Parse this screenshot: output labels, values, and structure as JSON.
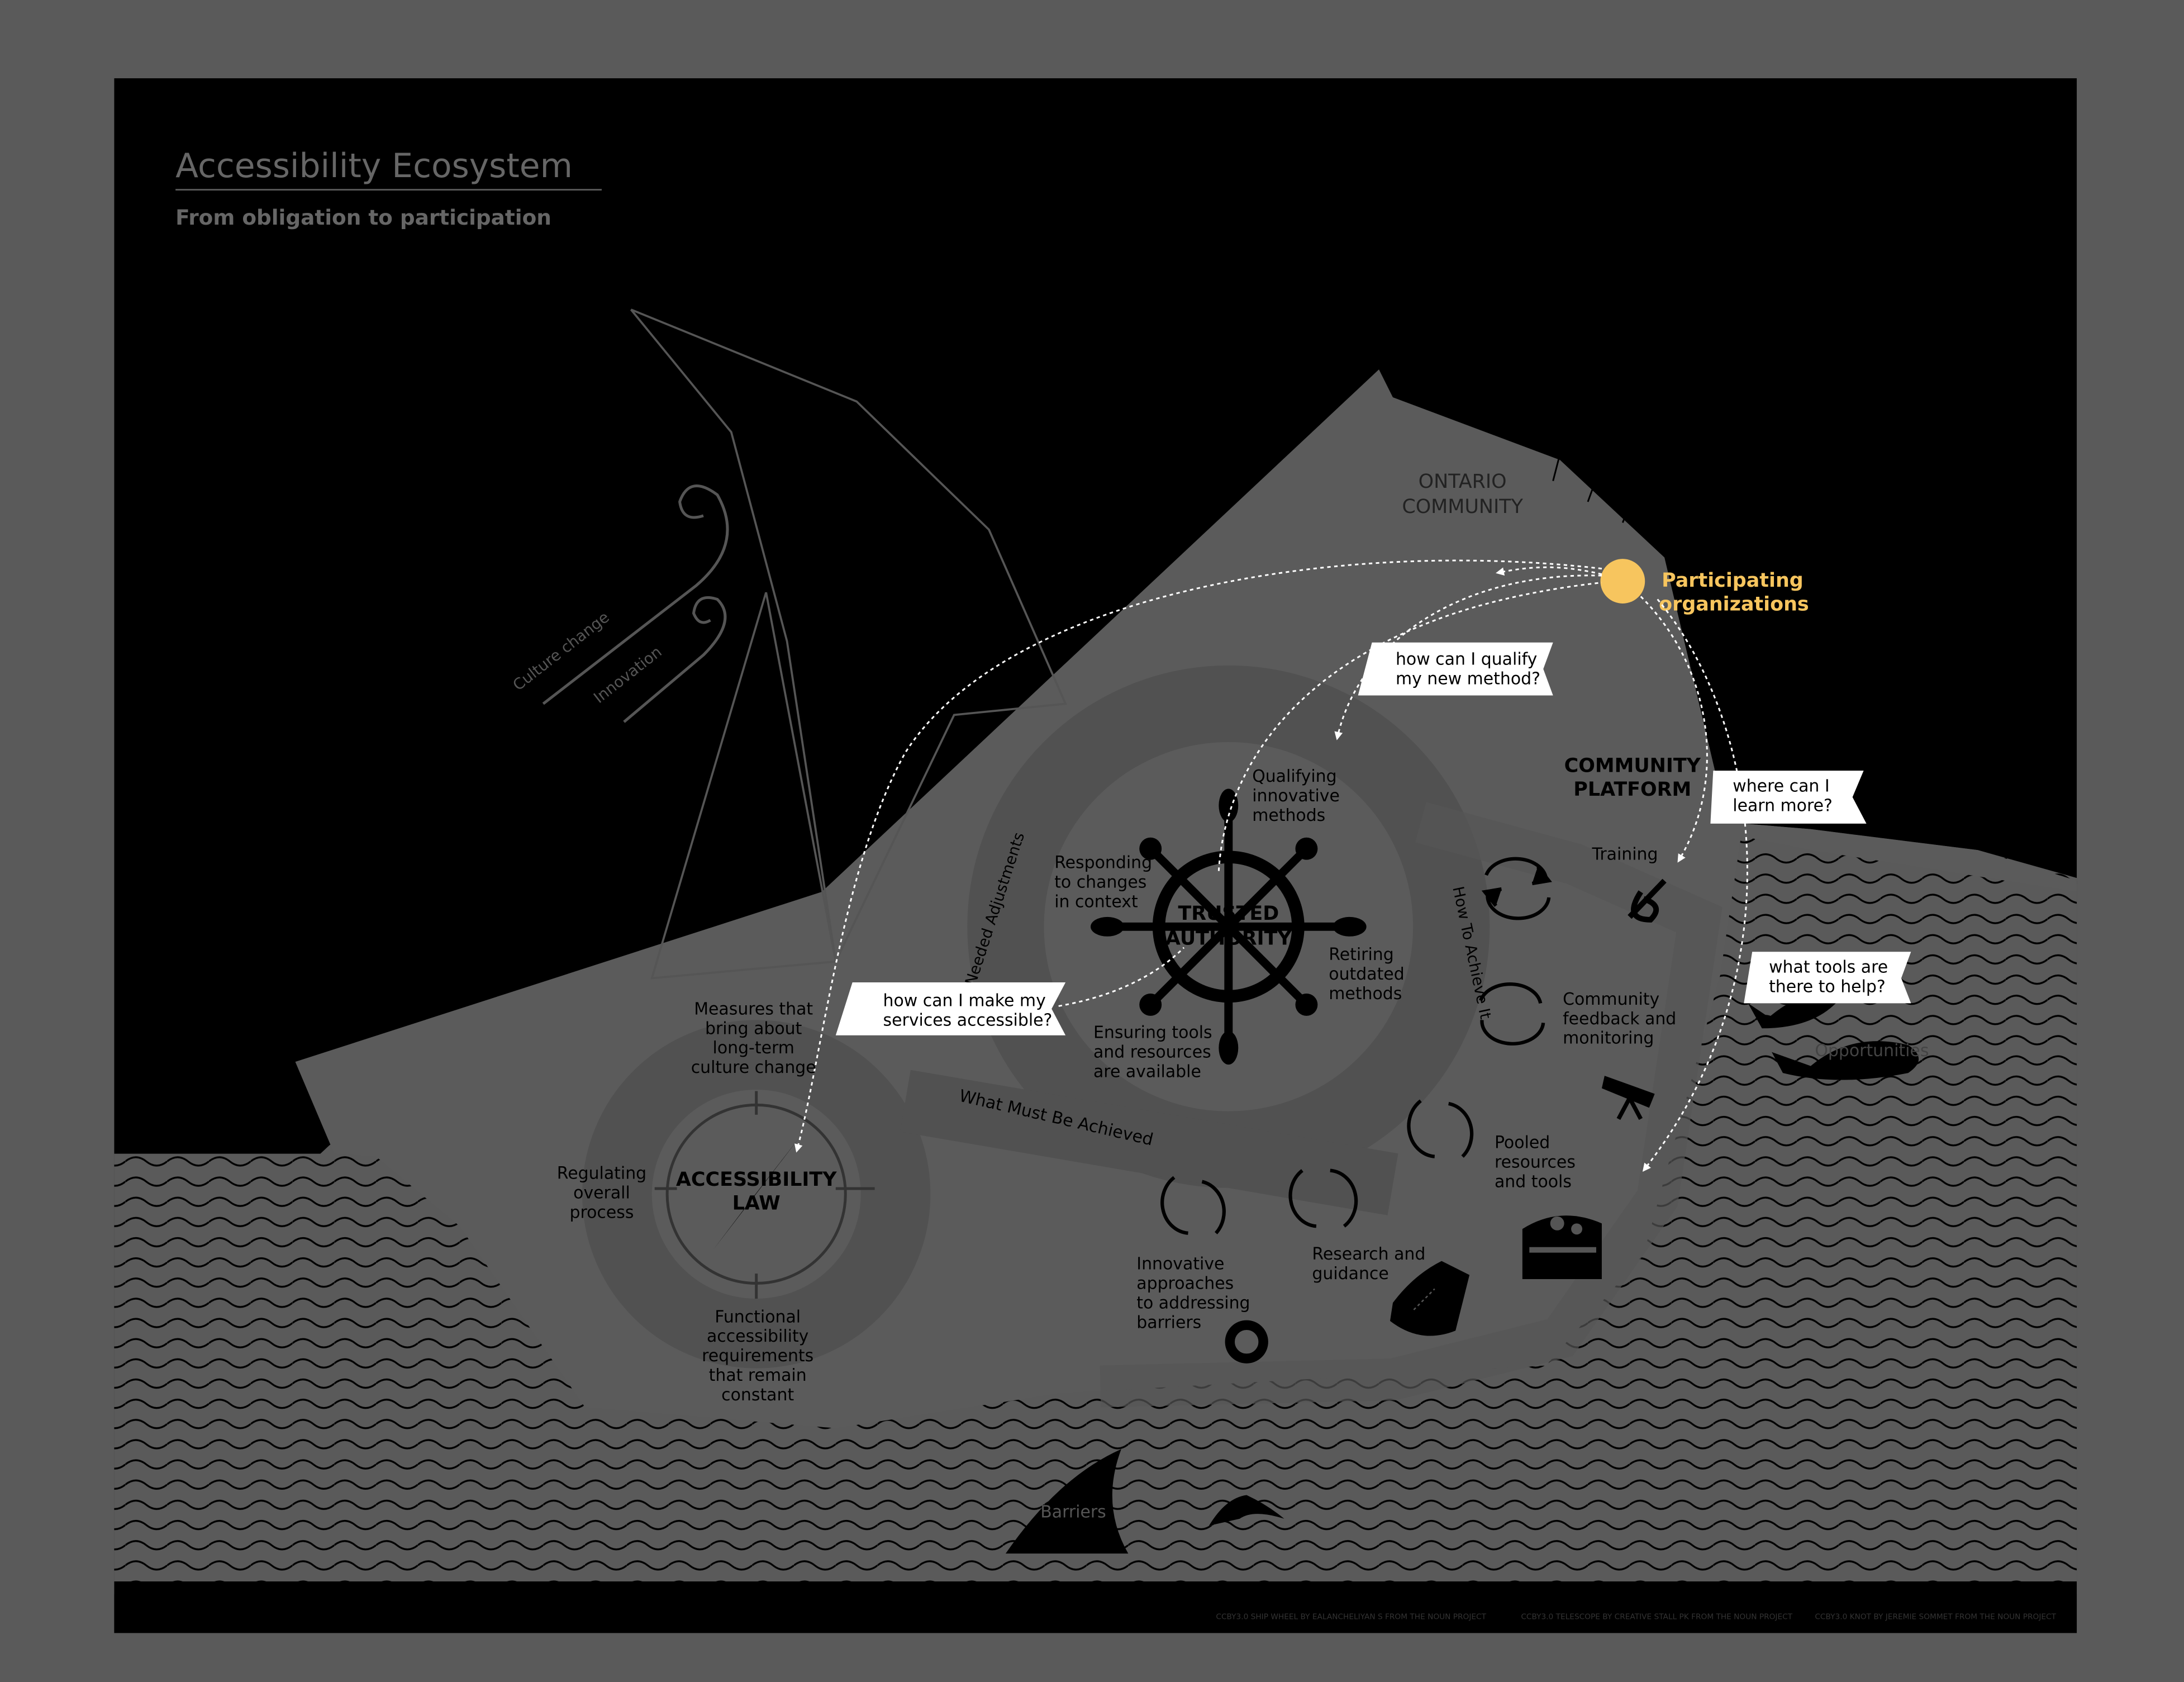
{
  "header": {
    "title": "Accessibility Ecosystem",
    "subtitle": "From obligation to participation"
  },
  "regions": {
    "ontario": [
      "ONTARIO",
      "COMMUNITY"
    ],
    "trusted_authority": [
      "TRUSTED",
      "AUTHORITY"
    ],
    "accessibility_law": [
      "ACCESSIBILITY",
      "LAW"
    ],
    "community_platform": [
      "COMMUNITY",
      "PLATFORM"
    ],
    "participating": [
      "Participating",
      "organizations"
    ]
  },
  "wind": {
    "culture_change": "Culture change",
    "innovation": "Innovation"
  },
  "tracks": {
    "needed_adjustments": "Needed Adjustments",
    "how_to_achieve": "How To Achieve It",
    "what_must": "What Must Be Achieved"
  },
  "labels": {
    "qualifying": [
      "Qualifying",
      "innovative",
      "methods"
    ],
    "responding": [
      "Responding",
      "to changes",
      "in context"
    ],
    "retiring": [
      "Retiring",
      "outdated",
      "methods"
    ],
    "ensuring": [
      "Ensuring tools",
      "and resources",
      "are available"
    ],
    "measures": [
      "Measures that",
      "bring about",
      "long-term",
      "culture change"
    ],
    "regulating": [
      "Regulating",
      "overall",
      "process"
    ],
    "functional": [
      "Functional",
      "accessibility",
      "requirements",
      "that remain",
      "constant"
    ],
    "training": "Training",
    "feedback": [
      "Community",
      "feedback and",
      "monitoring"
    ],
    "pooled": [
      "Pooled",
      "resources",
      "and tools"
    ],
    "research": [
      "Research and",
      "guidance"
    ],
    "innovative": [
      "Innovative",
      "approaches",
      "to addressing",
      "barriers"
    ],
    "opportunities": "Opportunities",
    "barriers": "Barriers"
  },
  "banners": {
    "qualify": [
      "how can I qualify",
      "my new method?"
    ],
    "learn": [
      "where can I",
      "learn more?"
    ],
    "tools": [
      "what tools are",
      "there to help?"
    ],
    "accessible": [
      "how can I make my",
      "services accessible?"
    ]
  },
  "footer": {
    "credits": [
      "CCBY3.0  SHIP WHEEL BY EALANCHELIYAN S FROM THE NOUN PROJECT",
      "CCBY3.0  TELESCOPE BY CREATIVE STALL PK FROM THE NOUN PROJECT",
      "CCBY3.0 KNOT BY JEREMIE SOMMET FROM THE NOUN PROJECT"
    ]
  },
  "colors": {
    "background": "#5a5a5a",
    "panel": "#000000",
    "land": "#5b5b5b",
    "track": "#515151",
    "accent": "#f7c55e",
    "banner": "#ffffff"
  }
}
